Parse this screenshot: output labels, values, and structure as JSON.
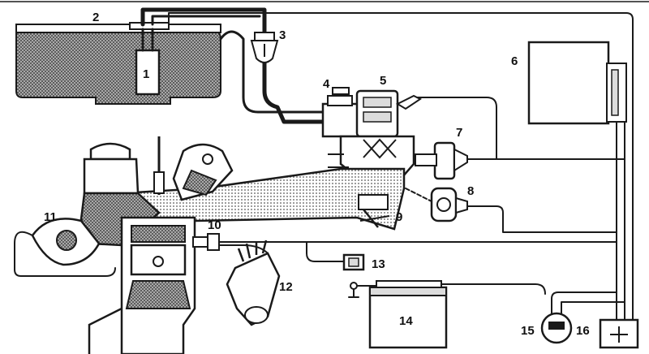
{
  "colors": {
    "ink": "#1a1a1a",
    "paper": "#ffffff",
    "hatch": "#6f6f6f",
    "dots": "#9a9a9a",
    "fill": "#e9e9e9"
  },
  "callouts": [
    {
      "id": "fuel-tank",
      "label": "2"
    },
    {
      "id": "fuel-pump",
      "label": "1"
    },
    {
      "id": "fuel-filter",
      "label": "3"
    },
    {
      "id": "mixture-control-unit",
      "label": "4"
    },
    {
      "id": "fuel-distributor",
      "label": "5"
    },
    {
      "id": "control-unit",
      "label": "6"
    },
    {
      "id": "warm-up-regulator",
      "label": "7"
    },
    {
      "id": "auxiliary-air-device",
      "label": "8"
    },
    {
      "id": "throttle-valve",
      "label": "9"
    },
    {
      "id": "thermo-time-switch",
      "label": "10"
    },
    {
      "id": "lambda-sensor",
      "label": "11"
    },
    {
      "id": "ignition-distributor",
      "label": "12"
    },
    {
      "id": "throttle-switch",
      "label": "13"
    },
    {
      "id": "battery",
      "label": "14"
    },
    {
      "id": "ignition-starter-switch",
      "label": "15"
    },
    {
      "id": "relay",
      "label": "16"
    }
  ]
}
